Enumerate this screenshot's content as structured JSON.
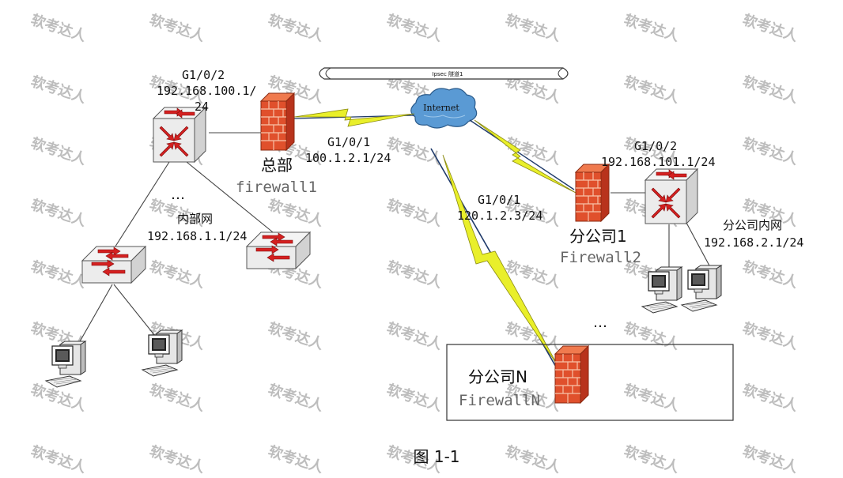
{
  "watermark": {
    "text": "软考达人"
  },
  "tunnel": {
    "label": "Ipsec 隧道1"
  },
  "internet": {
    "label": "Internet"
  },
  "hq": {
    "iface_g102": "G1/0/2",
    "iface_g102_ip_line1": "192.168.100.1/",
    "iface_g102_ip_line2": "24",
    "name": "总部",
    "firewall": "firewall1",
    "iface_g101": "G1/0/1",
    "iface_g101_ip": "100.1.2.1/24",
    "inner_dots": "…",
    "inner_net_name": "内部网",
    "inner_net_ip": "192.168.1.1/24"
  },
  "branch1": {
    "iface_g101": "G1/0/1",
    "iface_g101_ip": "120.1.2.3/24",
    "name": "分公司1",
    "firewall": "Firewall2",
    "iface_g102": "G1/0/2",
    "iface_g102_ip": "192.168.101.1/24",
    "inner_net_name": "分公司内网",
    "inner_net_ip": "192.168.2.1/24",
    "more_dots": "…"
  },
  "branchN": {
    "name": "分公司N",
    "firewall": "FirewallN"
  },
  "caption": "图 1-1",
  "colors": {
    "lightning": "#e9ef2a",
    "lightning_stroke": "#8a8a10",
    "firewall_red": "#e0502c",
    "firewall_dark": "#b8331c",
    "cloud": "#5a9ad4",
    "switch_red": "#d42020"
  }
}
